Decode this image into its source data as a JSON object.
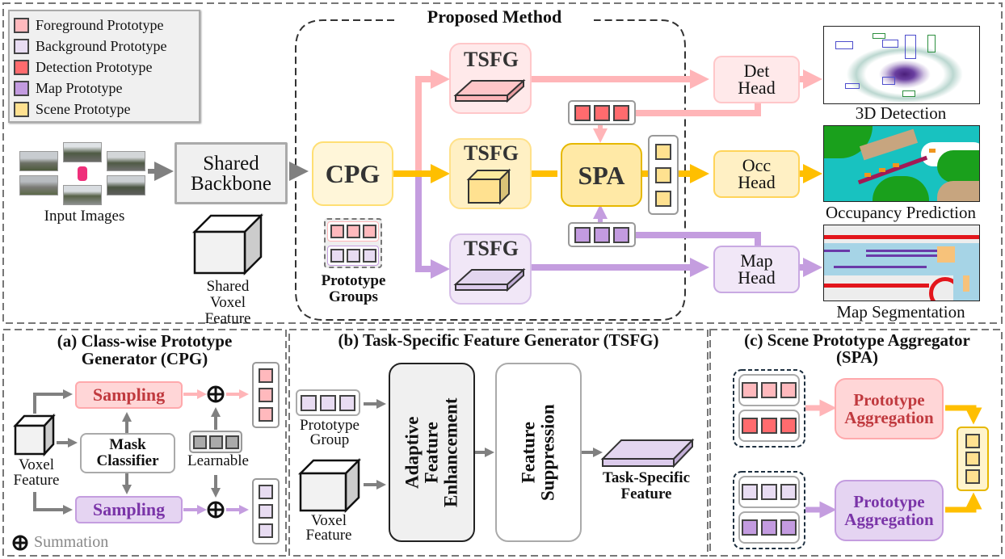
{
  "colors": {
    "foreground": "#ffb9bd",
    "background": "#e8dcf2",
    "detection": "#ff6b6e",
    "map": "#c39be0",
    "scene": "#ffe190",
    "pink_arrow": "#ffb5b8",
    "purple_arrow": "#c49ddf",
    "yellow_arrow": "#ffbf00",
    "gray_arrow": "#808080"
  },
  "legend": {
    "items": [
      {
        "label": "Foreground Prototype",
        "color": "#ffb9bd"
      },
      {
        "label": "Background Prototype",
        "color": "#e8dcf2"
      },
      {
        "label": "Detection Prototype",
        "color": "#ff6b6e"
      },
      {
        "label": "Map Prototype",
        "color": "#c39be0"
      },
      {
        "label": "Scene Prototype",
        "color": "#ffe190"
      }
    ]
  },
  "top": {
    "input_label": "Input Images",
    "backbone": "Shared\nBackbone",
    "shared_voxel": "Shared\nVoxel Feature",
    "proposed_title": "Proposed Method",
    "cpg": "CPG",
    "prototype_groups": "Prototype\nGroups",
    "tsfg": "TSFG",
    "spa": "SPA",
    "heads": [
      {
        "label": "Det\nHead",
        "output": "3D Detection"
      },
      {
        "label": "Occ\nHead",
        "output": "Occupancy Prediction"
      },
      {
        "label": "Map\nHead",
        "output": "Map Segmentation"
      }
    ]
  },
  "panel_a": {
    "title": "(a) Class-wise Prototype\nGenerator (CPG)",
    "sampling": "Sampling",
    "mask_classifier": "Mask\nClassifier",
    "learnable": "Learnable",
    "voxel_feature": "Voxel\nFeature",
    "summation_symbol": "⊕",
    "summation": "Summation"
  },
  "panel_b": {
    "title": "(b) Task-Specific Feature Generator (TSFG)",
    "prototype_group": "Prototype\nGroup",
    "voxel_feature": "Voxel\nFeature",
    "afe": "Adaptive Feature\nEnhancement",
    "fs": "Feature\nSuppression",
    "task_specific": "Task-Specific\nFeature"
  },
  "panel_c": {
    "title": "(c) Scene Prototype Aggregator\n(SPA)",
    "aggregation": "Prototype\nAggregation"
  }
}
